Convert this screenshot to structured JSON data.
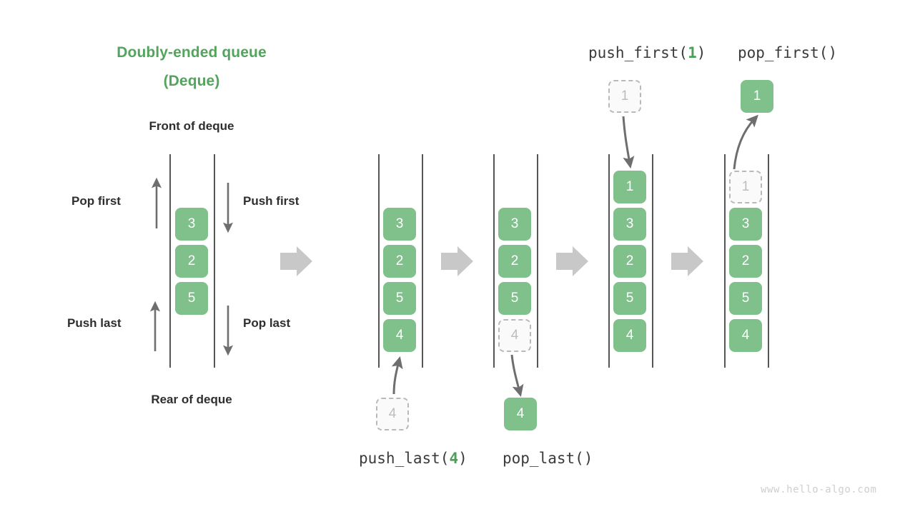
{
  "title": {
    "line1": "Doubly-ended queue",
    "line2": "(Deque)"
  },
  "labels": {
    "front_of_deque": "Front of deque",
    "rear_of_deque": "Rear of deque",
    "pop_first": "Pop first",
    "push_first": "Push first",
    "push_last": "Push last",
    "pop_last": "Pop last"
  },
  "operations": {
    "push_first": {
      "name": "push_first(",
      "arg": "1",
      "close": ")"
    },
    "pop_first": {
      "name": "pop_first(",
      "arg": "",
      "close": ")"
    },
    "push_last": {
      "name": "push_last(",
      "arg": "4",
      "close": ")"
    },
    "pop_last": {
      "name": "pop_last(",
      "arg": "",
      "close": ")"
    }
  },
  "watermark": "www.hello-algo.com",
  "colors": {
    "accent_green": "#53a45d",
    "cell_green": "#7fc08b",
    "ghost_fill": "#fafafa",
    "ghost_border": "#b9b9b9",
    "ghost_text": "#bdbdbd",
    "rail": "#555555",
    "step_arrow": "#c8c8c8",
    "flow_arrow": "#6e6e6e",
    "text": "#2e2e2e",
    "watermark": "#cfcfcf"
  },
  "stages": [
    {
      "id": "stage-1-initial",
      "cells": [
        {
          "value": "3",
          "state": "solid"
        },
        {
          "value": "2",
          "state": "solid"
        },
        {
          "value": "5",
          "state": "solid"
        }
      ],
      "external_cells": []
    },
    {
      "id": "stage-2-after-push-last",
      "cells": [
        {
          "value": "3",
          "state": "solid"
        },
        {
          "value": "2",
          "state": "solid"
        },
        {
          "value": "5",
          "state": "solid"
        },
        {
          "value": "4",
          "state": "solid"
        }
      ],
      "external_cells": [
        {
          "value": "4",
          "state": "ghost",
          "position": "below"
        }
      ]
    },
    {
      "id": "stage-3-after-pop-last",
      "cells": [
        {
          "value": "3",
          "state": "solid"
        },
        {
          "value": "2",
          "state": "solid"
        },
        {
          "value": "5",
          "state": "solid"
        },
        {
          "value": "4",
          "state": "ghost"
        }
      ],
      "external_cells": [
        {
          "value": "4",
          "state": "solid",
          "position": "below"
        }
      ]
    },
    {
      "id": "stage-4-after-push-first",
      "cells": [
        {
          "value": "1",
          "state": "solid"
        },
        {
          "value": "3",
          "state": "solid"
        },
        {
          "value": "2",
          "state": "solid"
        },
        {
          "value": "5",
          "state": "solid"
        },
        {
          "value": "4",
          "state": "solid"
        }
      ],
      "external_cells": [
        {
          "value": "1",
          "state": "ghost",
          "position": "above"
        }
      ]
    },
    {
      "id": "stage-5-after-pop-first",
      "cells": [
        {
          "value": "1",
          "state": "ghost"
        },
        {
          "value": "3",
          "state": "solid"
        },
        {
          "value": "2",
          "state": "solid"
        },
        {
          "value": "5",
          "state": "solid"
        },
        {
          "value": "4",
          "state": "solid"
        }
      ],
      "external_cells": [
        {
          "value": "1",
          "state": "solid",
          "position": "above"
        }
      ]
    }
  ]
}
